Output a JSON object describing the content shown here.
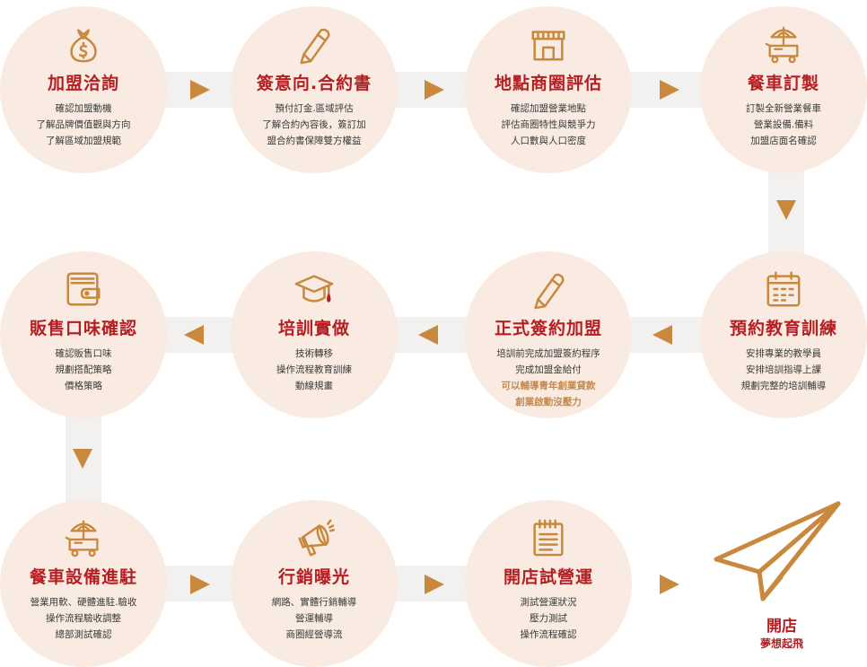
{
  "steps": [
    {
      "id": "s1",
      "icon": "coin-bag-icon",
      "title": "加盟洽詢",
      "lines": [
        "確認加盟動機",
        "了解品牌價值觀與方向",
        "了解區域加盟規範"
      ]
    },
    {
      "id": "s2",
      "icon": "pencil-icon",
      "title": "簽意向.合約書",
      "lines": [
        "預付訂金.區域評估",
        "了解合約內容後，簽訂加",
        "盟合約書保障雙方權益"
      ]
    },
    {
      "id": "s3",
      "icon": "storefront-icon",
      "title": "地點商圈評估",
      "lines": [
        "確認加盟營業地點",
        "評估商圈特性與競爭力",
        "人口數與人口密度"
      ]
    },
    {
      "id": "s4",
      "icon": "food-cart-icon",
      "title": "餐車訂製",
      "lines": [
        "訂製全新營業餐車",
        "營業設備.備料",
        "加盟店面名確認"
      ]
    },
    {
      "id": "s5",
      "icon": "calendar-icon",
      "title": "預約教育訓練",
      "lines": [
        "安排專業的教學員",
        "安排培訓指導上課",
        "規劃完整的培訓輔導"
      ]
    },
    {
      "id": "s6",
      "icon": "pencil-icon",
      "title": "正式簽約加盟",
      "lines": [
        "培訓前完成加盟簽約程序",
        "完成加盟金給付"
      ],
      "highlights": [
        "可以輔導青年創業貸款",
        "創業啟動沒壓力"
      ]
    },
    {
      "id": "s7",
      "icon": "graduation-cap-icon",
      "title": "培訓實做",
      "lines": [
        "技術轉移",
        "操作流程教育訓練",
        "動線規畫"
      ]
    },
    {
      "id": "s8",
      "icon": "wallet-icon",
      "title": "販售口味確認",
      "lines": [
        "確認販售口味",
        "規劃搭配策略",
        "價格策略"
      ]
    },
    {
      "id": "s9",
      "icon": "food-cart-icon",
      "title": "餐車設備進駐",
      "lines": [
        "營業用軟、硬體進駐.驗收",
        "操作流程驗收調整",
        "總部測試確認"
      ]
    },
    {
      "id": "s10",
      "icon": "megaphone-icon",
      "title": "行銷曝光",
      "lines": [
        "網路、實體行銷輔導",
        "營運輔導",
        "商圈經營導流"
      ]
    },
    {
      "id": "s11",
      "icon": "notepad-icon",
      "title": "開店試營運",
      "lines": [
        "測試營運狀況",
        "壓力測試",
        "操作流程確認"
      ]
    }
  ],
  "final": {
    "icon": "paper-plane-icon",
    "title": "開店",
    "subtitle": "夢想起飛"
  },
  "colors": {
    "title": "#b51f24",
    "accent": "#c8893f",
    "circle": "#f9ebe1",
    "connector": "#f3f1ef",
    "text": "#3a3a3a",
    "highlight": "#c3894f"
  }
}
